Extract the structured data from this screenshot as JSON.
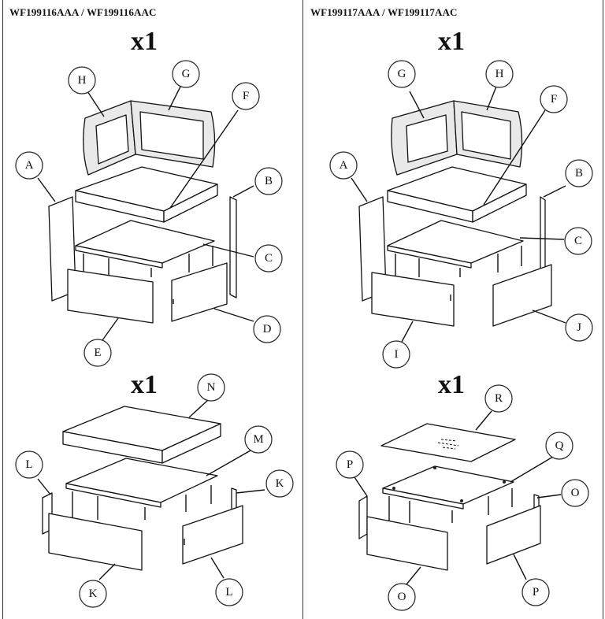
{
  "left_panel": {
    "header": "WF199116AAA / WF199116AAC",
    "top_qty": "x1",
    "bottom_qty": "x1",
    "top_labels": [
      "H",
      "G",
      "F",
      "A",
      "B",
      "C",
      "D",
      "E"
    ],
    "bottom_labels": [
      "N",
      "M",
      "L",
      "K",
      "K",
      "L"
    ]
  },
  "right_panel": {
    "header": "WF199117AAA / WF199117AAC",
    "top_qty": "x1",
    "bottom_qty": "x1",
    "top_labels": [
      "G",
      "H",
      "F",
      "A",
      "B",
      "C",
      "J",
      "I"
    ],
    "bottom_labels": [
      "R",
      "Q",
      "P",
      "O",
      "O",
      "P"
    ]
  }
}
